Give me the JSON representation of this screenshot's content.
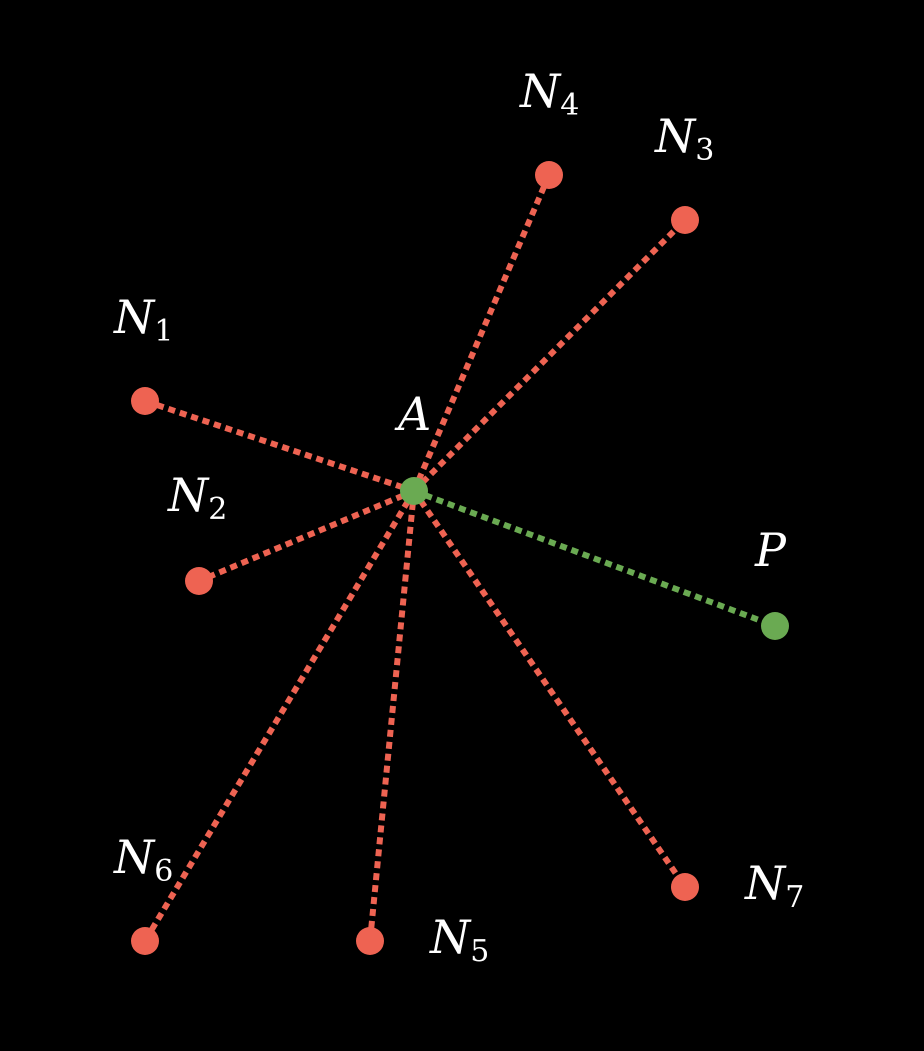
{
  "colors": {
    "background": "#000000",
    "neighbor": "#ee6352",
    "anchor": "#6aaa52",
    "label": "#ffffff"
  },
  "nodes": {
    "A": {
      "letter": "A",
      "sub": ""
    },
    "P": {
      "letter": "P",
      "sub": ""
    },
    "N1": {
      "letter": "N",
      "sub": "1"
    },
    "N2": {
      "letter": "N",
      "sub": "2"
    },
    "N3": {
      "letter": "N",
      "sub": "3"
    },
    "N4": {
      "letter": "N",
      "sub": "4"
    },
    "N5": {
      "letter": "N",
      "sub": "5"
    },
    "N6": {
      "letter": "N",
      "sub": "6"
    },
    "N7": {
      "letter": "N",
      "sub": "7"
    }
  },
  "edges": [
    {
      "from": "A",
      "to": "N1",
      "kind": "negative"
    },
    {
      "from": "A",
      "to": "N2",
      "kind": "negative"
    },
    {
      "from": "A",
      "to": "N3",
      "kind": "negative"
    },
    {
      "from": "A",
      "to": "N4",
      "kind": "negative"
    },
    {
      "from": "A",
      "to": "N5",
      "kind": "negative"
    },
    {
      "from": "A",
      "to": "N6",
      "kind": "negative"
    },
    {
      "from": "A",
      "to": "N7",
      "kind": "negative"
    },
    {
      "from": "A",
      "to": "P",
      "kind": "positive"
    }
  ]
}
